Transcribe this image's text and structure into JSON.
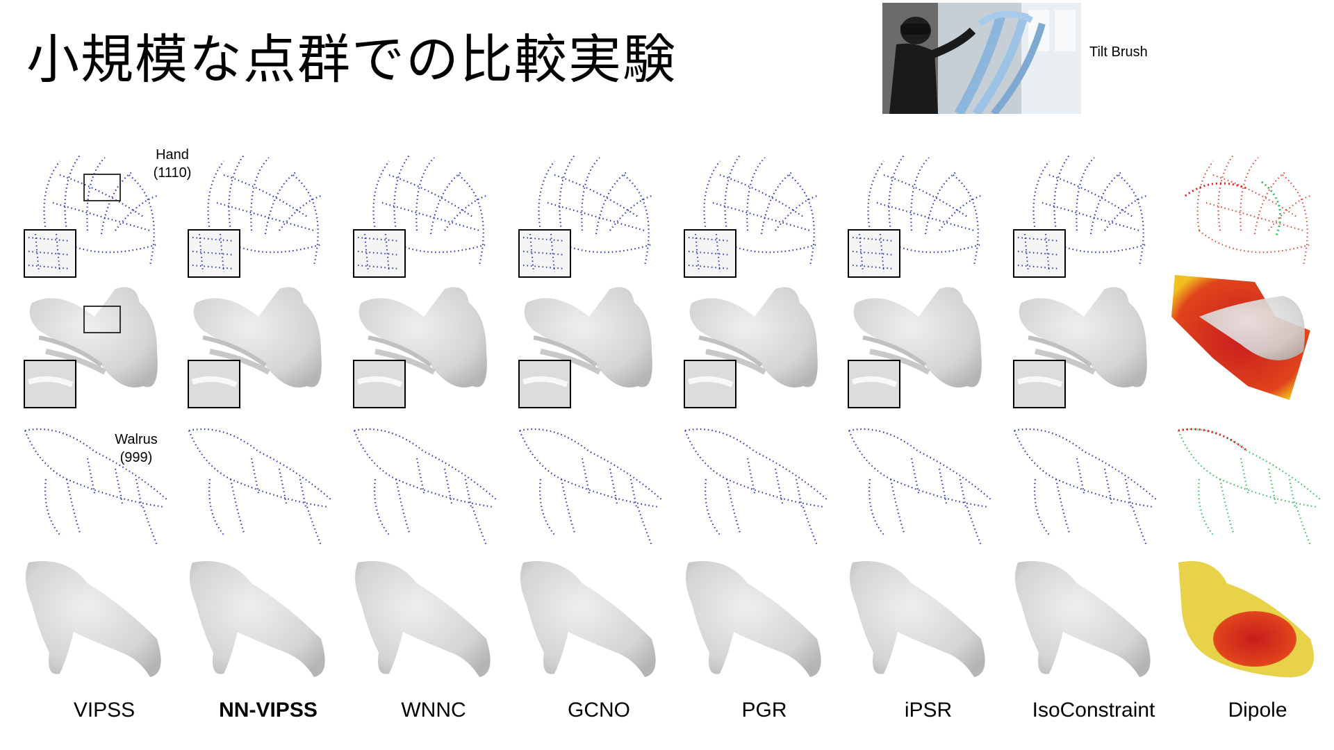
{
  "title": "小規模な点群での比較実験",
  "photo_caption": "Tilt Brush",
  "examples": [
    {
      "name": "Hand",
      "count": "(1110)"
    },
    {
      "name": "Walrus",
      "count": "(999)"
    }
  ],
  "methods": [
    {
      "label": "VIPSS",
      "bold": false
    },
    {
      "label": "NN-VIPSS",
      "bold": true
    },
    {
      "label": "WNNC",
      "bold": false
    },
    {
      "label": "GCNO",
      "bold": false
    },
    {
      "label": "PGR",
      "bold": false
    },
    {
      "label": "iPSR",
      "bold": false
    },
    {
      "label": "IsoConstraint",
      "bold": false
    },
    {
      "label": "Dipole",
      "bold": false
    }
  ],
  "colors": {
    "points": "#2b35b8",
    "mesh": "#d9d9d9",
    "error_low": "#e9ef7a",
    "error_high": "#d41f1f"
  }
}
